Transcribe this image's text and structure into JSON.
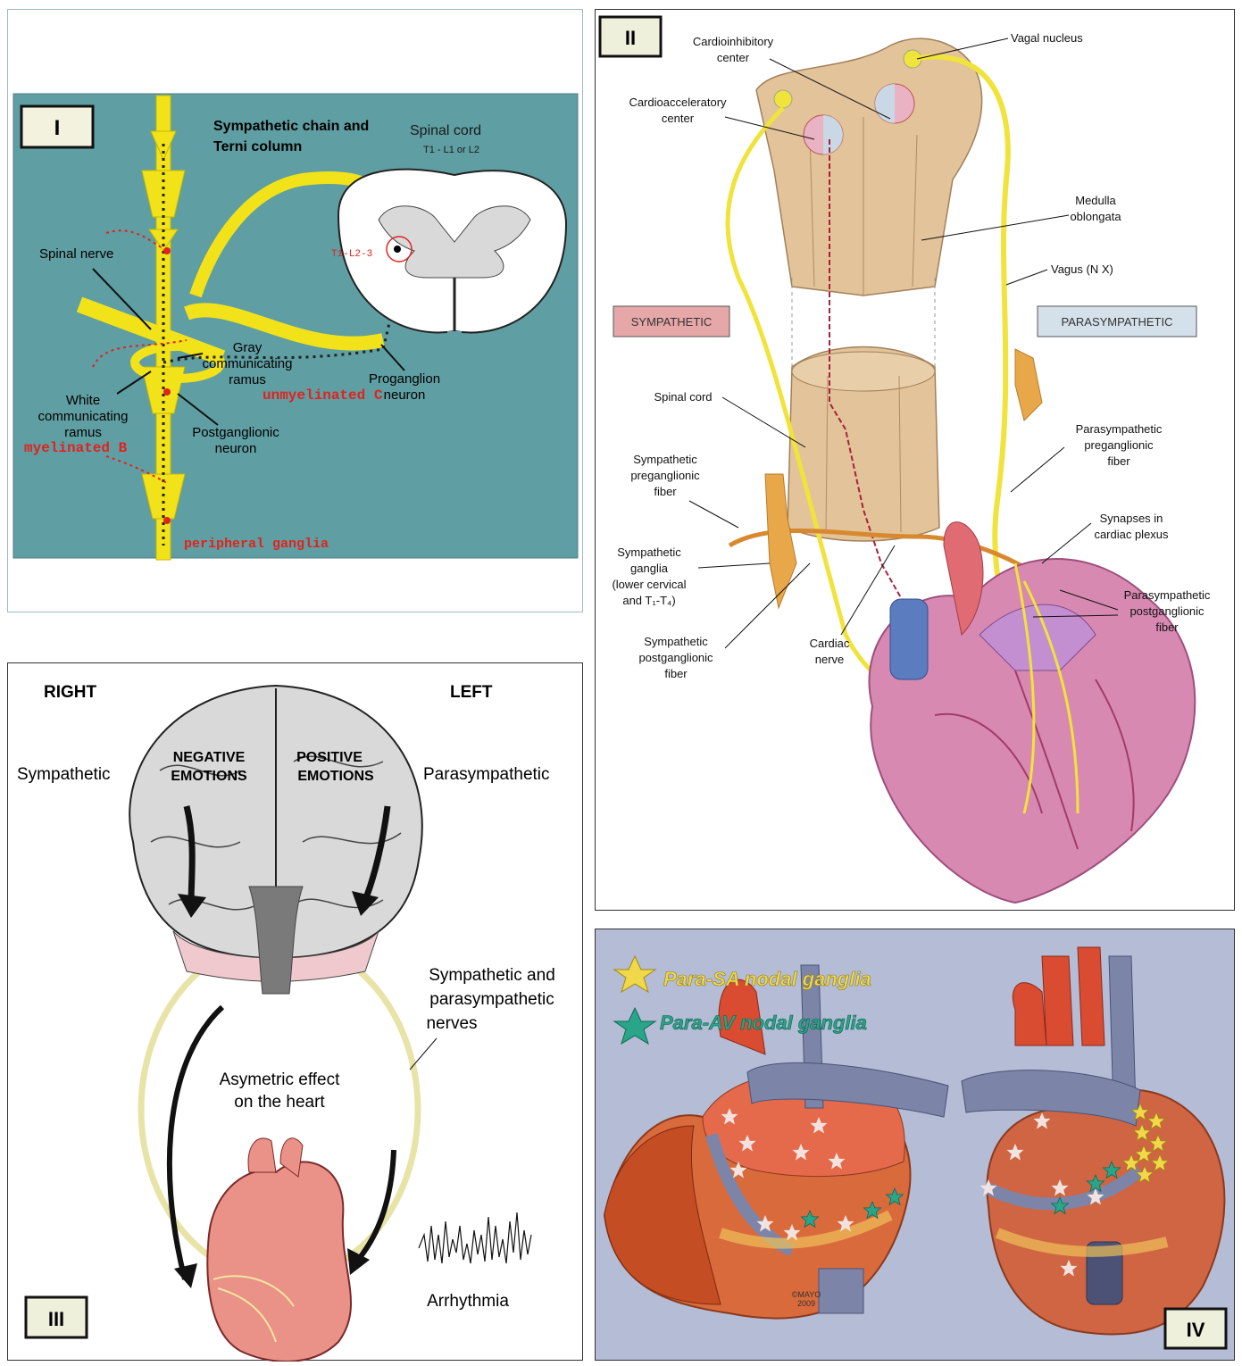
{
  "panel1": {
    "roman": "I",
    "title_line1": "Sympathetic chain and",
    "title_line2": "Terni column",
    "spinal_cord": "Spinal cord",
    "spinal_levels": "T1 - L1 or L2",
    "segment_label": "T1-L2-3",
    "spinal_nerve": "Spinal nerve",
    "gray_ramus_1": "Gray",
    "gray_ramus_2": "communicating",
    "gray_ramus_3": "ramus",
    "unmyelinated": "unmyelinated C",
    "white_ramus_1": "White",
    "white_ramus_2": "communicating",
    "white_ramus_3": "ramus",
    "myelinated": "myelinated B",
    "postganglionic_1": "Postganglionic",
    "postganglionic_2": "neuron",
    "proganglion_1": "Proganglion",
    "proganglion_2": "neuron",
    "peripheral": "peripheral ganglia"
  },
  "panel2": {
    "roman": "II",
    "cardioinhibitory_1": "Cardioinhibitory",
    "cardioinhibitory_2": "center",
    "vagal_nucleus": "Vagal nucleus",
    "cardioaccel_1": "Cardioacceleratory",
    "cardioaccel_2": "center",
    "medulla_1": "Medulla",
    "medulla_2": "oblongata",
    "vagus": "Vagus (N X)",
    "sympathetic_box": "SYMPATHETIC",
    "parasympathetic_box": "PARASYMPATHETIC",
    "spinal_cord": "Spinal cord",
    "para_pre_1": "Parasympathetic",
    "para_pre_2": "preganglionic",
    "para_pre_3": "fiber",
    "symp_pre_1": "Sympathetic",
    "symp_pre_2": "preganglionic",
    "symp_pre_3": "fiber",
    "synapses_1": "Synapses in",
    "synapses_2": "cardiac plexus",
    "symp_ganglia_1": "Sympathetic",
    "symp_ganglia_2": "ganglia",
    "symp_ganglia_3": "(lower cervical",
    "symp_ganglia_4": "and T₁-T₄)",
    "para_post_1": "Parasympathetic",
    "para_post_2": "postganglionic",
    "para_post_3": "fiber",
    "symp_post_1": "Sympathetic",
    "symp_post_2": "postganglionic",
    "symp_post_3": "fiber",
    "cardiac_nerve_1": "Cardiac",
    "cardiac_nerve_2": "nerve"
  },
  "panel3": {
    "roman": "III",
    "right": "RIGHT",
    "left": "LEFT",
    "sympathetic": "Sympathetic",
    "parasympathetic": "Parasympathetic",
    "negative_1": "NEGATIVE",
    "negative_2": "EMOTIONS",
    "positive_1": "POSITIVE",
    "positive_2": "EMOTIONS",
    "nerves_1": "Sympathetic and",
    "nerves_2": "parasympathetic",
    "nerves_3": "nerves",
    "asym_1": "Asymetric effect",
    "asym_2": "on the heart",
    "arrhythmia": "Arrhythmia"
  },
  "panel4": {
    "roman": "IV",
    "legend_sa": "Para-SA nodal ganglia",
    "legend_av": "Para-AV nodal ganglia",
    "copyright_1": "©MAYO",
    "copyright_2": "2009"
  },
  "colors": {
    "teal_bg": "#5f9ea2",
    "nerve_yellow": "#f2e21a",
    "label_red": "#e0231f",
    "panel4_bg": "#b4bcd6",
    "heart_red": "#e5583f",
    "vein_blue": "#7c85a8",
    "star_yellow": "#f1d84a",
    "star_green": "#2aa58a"
  }
}
